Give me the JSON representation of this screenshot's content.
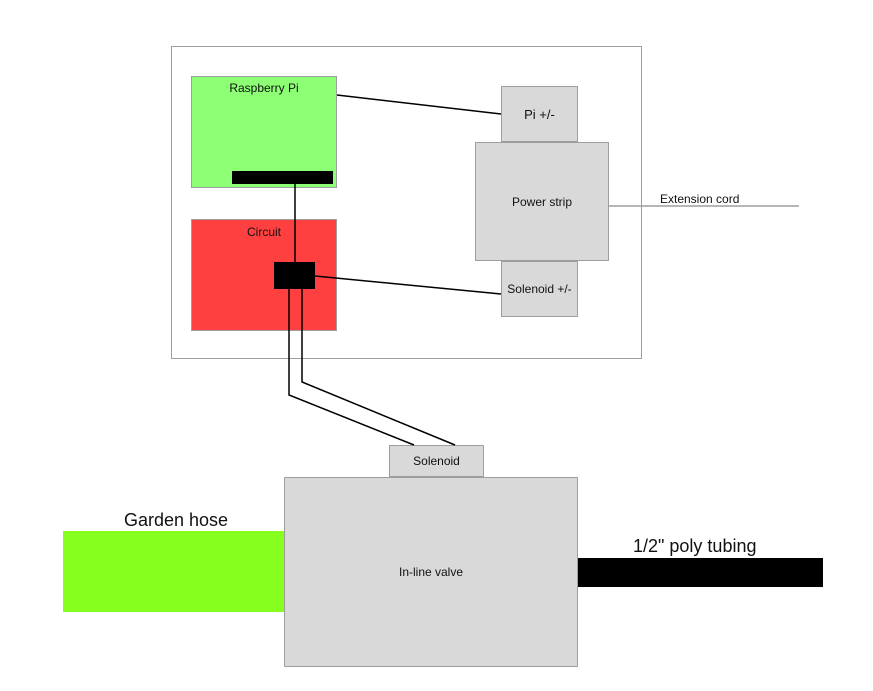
{
  "colors": {
    "raspberry_pi": "#8cff74",
    "circuit": "#ff4040",
    "garden_hose": "#86ff1e",
    "component_gray": "#d9d9d9",
    "wire": "#000000"
  },
  "labels": {
    "raspberry_pi": "Raspberry Pi",
    "circuit": "Circuit",
    "pi_power": "Pi +/-",
    "power_strip": "Power strip",
    "solenoid_power": "Solenoid +/-",
    "extension_cord": "Extension cord",
    "solenoid": "Solenoid",
    "inline_valve": "In-line valve",
    "garden_hose": "Garden hose",
    "poly_tubing": "1/2\" poly tubing"
  }
}
